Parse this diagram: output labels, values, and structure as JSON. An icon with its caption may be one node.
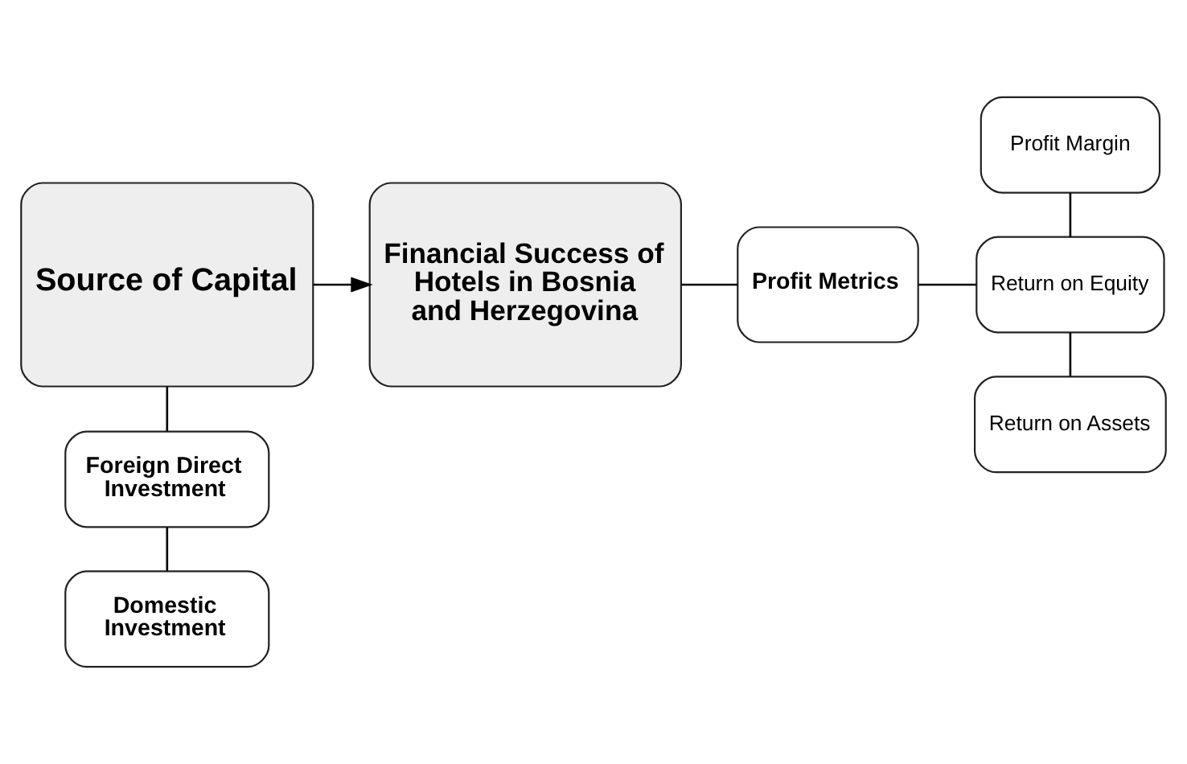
{
  "diagram": {
    "nodes": [
      {
        "text": [
          "Source of Capital"
        ]
      },
      {
        "text": [
          "Financial Success of Hotels in Bosnia and Herzegovina"
        ]
      },
      {
        "text": [
          "Profit Metrics"
        ]
      },
      {
        "text": [
          "Profit Margin"
        ]
      },
      {
        "text": [
          "Return on Equity"
        ]
      },
      {
        "text": [
          "Return on Assets"
        ]
      },
      {
        "text": [
          "Foreign Direct Investment"
        ]
      },
      {
        "text": [
          "Domestic Investment"
        ]
      }
    ],
    "edges": [
      {
        "from": 0,
        "to": 1,
        "arrow": "to"
      },
      {
        "from": 1,
        "to": 2,
        "arrow": "none"
      },
      {
        "from": 2,
        "to": 4,
        "arrow": "none"
      },
      {
        "from": 3,
        "to": 4,
        "arrow": "none"
      },
      {
        "from": 4,
        "to": 5,
        "arrow": "none"
      },
      {
        "from": 0,
        "to": 6,
        "arrow": "none"
      },
      {
        "from": 6,
        "to": 7,
        "arrow": "none"
      }
    ]
  }
}
